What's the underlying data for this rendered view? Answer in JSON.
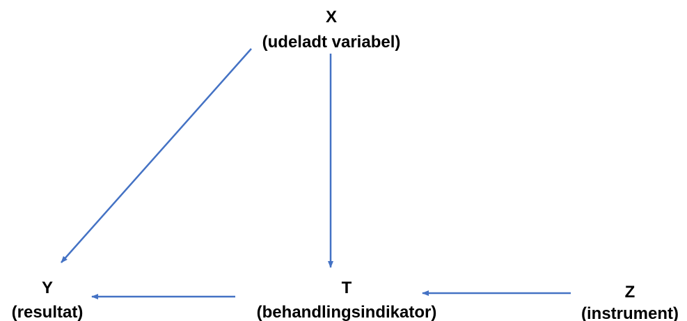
{
  "nodes": {
    "x": {
      "name": "X",
      "description": "(udeladt variabel)"
    },
    "y": {
      "name": "Y",
      "description": "(resultat)"
    },
    "t": {
      "name": "T",
      "description": "(behandlingsindikator)"
    },
    "z": {
      "name": "Z",
      "description": "(instrument)"
    }
  },
  "edges": [
    {
      "from": "X",
      "to": "Y"
    },
    {
      "from": "X",
      "to": "T"
    },
    {
      "from": "T",
      "to": "Y"
    },
    {
      "from": "Z",
      "to": "T"
    }
  ],
  "colors": {
    "arrow": "#4472C4",
    "text": "#000000",
    "background": "#FFFFFF"
  }
}
